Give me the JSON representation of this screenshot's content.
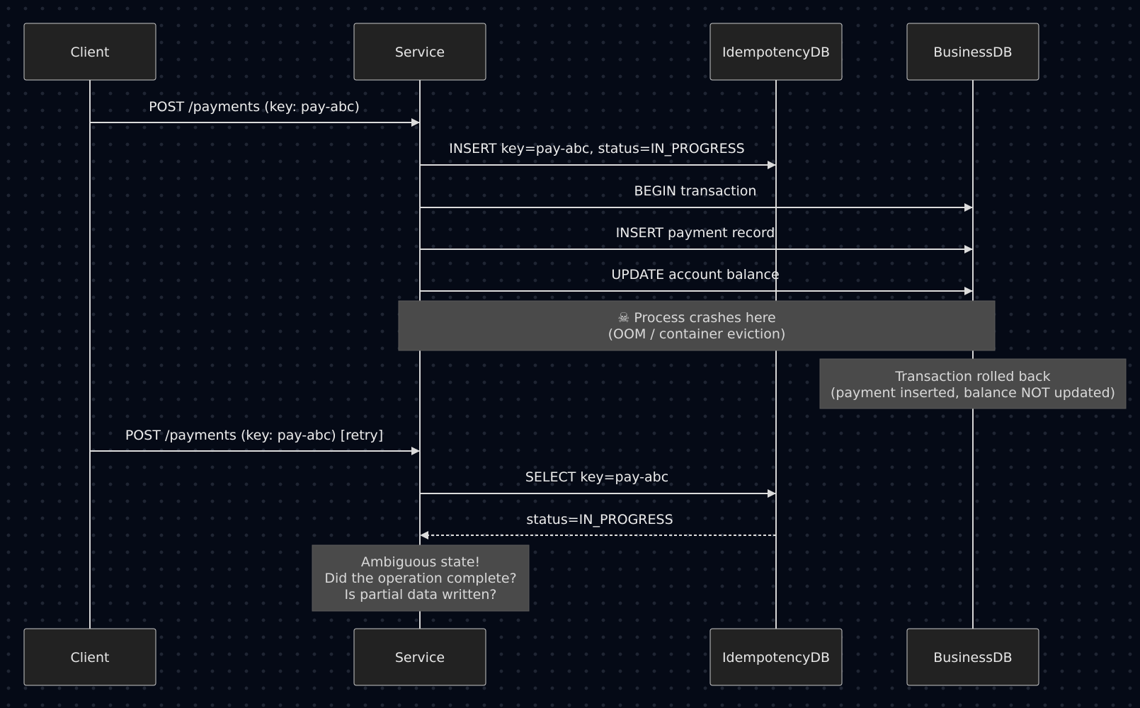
{
  "participants": [
    {
      "id": "client",
      "name": "Client"
    },
    {
      "id": "service",
      "name": "Service"
    },
    {
      "id": "idempotencydb",
      "name": "IdempotencyDB"
    },
    {
      "id": "businessdb",
      "name": "BusinessDB"
    }
  ],
  "messages": [
    {
      "from": "client",
      "to": "service",
      "label": "POST /payments (key: pay-abc)",
      "style": "solid"
    },
    {
      "from": "service",
      "to": "idempotencydb",
      "label": "INSERT key=pay-abc, status=IN_PROGRESS",
      "style": "solid"
    },
    {
      "from": "service",
      "to": "businessdb",
      "label": "BEGIN transaction",
      "style": "solid"
    },
    {
      "from": "service",
      "to": "businessdb",
      "label": "INSERT payment record",
      "style": "solid"
    },
    {
      "from": "service",
      "to": "businessdb",
      "label": "UPDATE account balance",
      "style": "solid"
    },
    {
      "from": "client",
      "to": "service",
      "label": "POST /payments (key: pay-abc) [retry]",
      "style": "solid"
    },
    {
      "from": "service",
      "to": "idempotencydb",
      "label": "SELECT key=pay-abc",
      "style": "solid"
    },
    {
      "from": "idempotencydb",
      "to": "service",
      "label": "status=IN_PROGRESS",
      "style": "dashed"
    }
  ],
  "notes": [
    {
      "id": "crash-note",
      "lines": [
        "☠ Process crashes here",
        "(OOM / container eviction)"
      ]
    },
    {
      "id": "rollback-note",
      "lines": [
        "Transaction rolled back",
        "(payment inserted, balance NOT updated)"
      ]
    },
    {
      "id": "ambiguous-note",
      "lines": [
        "Ambiguous state!",
        "Did the operation complete?",
        "Is partial data written?"
      ]
    }
  ],
  "colors": {
    "background": "#050a16",
    "actor_fill": "#222222",
    "note_fill": "#4a4a4a",
    "line": "#dcdcdc"
  }
}
